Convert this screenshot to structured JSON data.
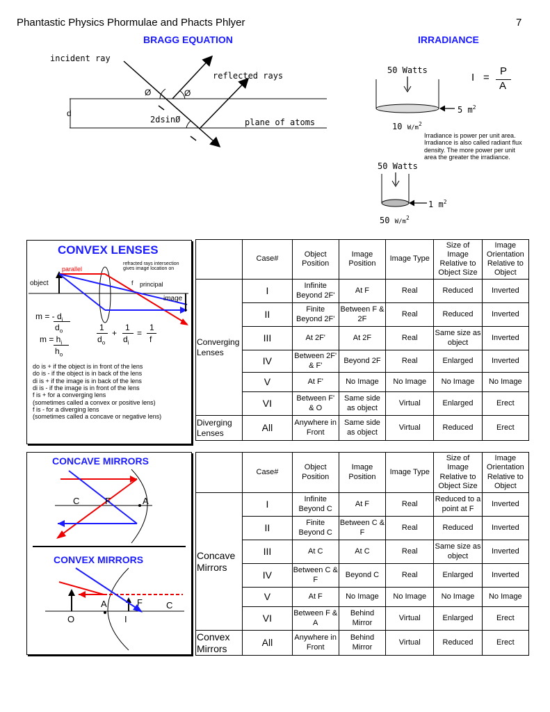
{
  "header": {
    "title": "Phantastic Physics Phormulae and Phacts Phlyer",
    "page": "7"
  },
  "bragg": {
    "title": "BRAGG EQUATION",
    "incident": "incident ray",
    "reflected": "reflected rays",
    "plane": "plane of atoms",
    "theta": "Ø",
    "d": "d",
    "path": "2dsinØ"
  },
  "irradiance": {
    "title": "IRRADIANCE",
    "formula_I": "I",
    "formula_eq": "=",
    "formula_P": "P",
    "formula_A": "A",
    "watts_top": "50 Watts",
    "area_top": "5 m",
    "area_top_sup": "2",
    "result_top": "10",
    "result_top_unit": "W/m",
    "result_top_sup": "2",
    "description": "Irradiance is power per unit area. Irradiance is also called radiant flux density. The more power per unit area the greater the irradiance.",
    "watts_bottom": "50 Watts",
    "area_bottom": "1 m",
    "area_bottom_sup": "2",
    "result_bottom": "50",
    "result_bottom_unit": "W/m",
    "result_bottom_sup": "2"
  },
  "convex_lenses": {
    "title": "CONVEX  LENSES",
    "parallel": "parallel",
    "refracted_note": "refracted rays intersection gives image location on",
    "object": "object",
    "f": "f",
    "principal": "principal",
    "image": "image",
    "m1": "m  = - d",
    "m1_sub": "i",
    "m1_den": "d",
    "m1_den_sub": "o",
    "m2": "m = h",
    "m2_sub": "i",
    "m2_den": "h",
    "m2_den_sub": "o",
    "lens_eq_1": "1",
    "lens_eq_do": "d",
    "lens_eq_do_sub": "o",
    "lens_eq_plus": "+",
    "lens_eq_di": "d",
    "lens_eq_di_sub": "i",
    "lens_eq_eq": "=",
    "lens_eq_f": "f",
    "notes": [
      "do is + if the object is in front of the lens",
      "do is - if the object is in back of the lens",
      "di is + if the image is in back of the lens",
      "di is - if the image is in front of the lens",
      "f is + for a converging lens",
      "(sometimes called a convex or positive lens)",
      "f is - for a diverging lens",
      "(sometimes called a concave or negative lens)"
    ]
  },
  "lens_table": {
    "headers": [
      "",
      "Case#",
      "Object Position",
      "Image Position",
      "Image Type",
      "Size of Image Relative to Object Size",
      "Image Orientation Relative to Object"
    ],
    "group1": "Converging Lenses",
    "rows": [
      [
        "I",
        "Infinite Beyond 2F'",
        "At F",
        "Real",
        "Reduced",
        "Inverted"
      ],
      [
        "II",
        "Finite Beyond 2F'",
        "Between F & 2F",
        "Real",
        "Reduced",
        "Inverted"
      ],
      [
        "III",
        "At 2F'",
        "At 2F",
        "Real",
        "Same size as object",
        "Inverted"
      ],
      [
        "IV",
        "Between 2F' & F'",
        "Beyond 2F",
        "Real",
        "Enlarged",
        "Inverted"
      ],
      [
        "V",
        "At F'",
        "No Image",
        "No Image",
        "No Image",
        "No Image"
      ],
      [
        "VI",
        "Between F' & O",
        "Same side as object",
        "Virtual",
        "Enlarged",
        "Erect"
      ]
    ],
    "group2": "Diverging Lenses",
    "row_div": [
      "All",
      "Anywhere in Front",
      "Same side as object",
      "Virtual",
      "Reduced",
      "Erect"
    ]
  },
  "mirrors": {
    "concave_title": "CONCAVE  MIRRORS",
    "convex_title": "CONVEX  MIRRORS",
    "C": "C",
    "F": "F",
    "A": "A",
    "O": "O",
    "I": "I",
    "F2": "F",
    "C2": "C",
    "A2": "A"
  },
  "mirror_table": {
    "headers": [
      "",
      "Case#",
      "Object Position",
      "Image Position",
      "Image Type",
      "Size of Image Relative to Object Size",
      "Image Orientation Relative to Object"
    ],
    "group1": "Concave Mirrors",
    "rows": [
      [
        "I",
        "Infinite Beyond C",
        "At F",
        "Real",
        "Reduced to a point at F",
        "Inverted"
      ],
      [
        "II",
        "Finite Beyond C",
        "Between C & F",
        "Real",
        "Reduced",
        "Inverted"
      ],
      [
        "III",
        "At C",
        "At C",
        "Real",
        "Same size as object",
        "Inverted"
      ],
      [
        "IV",
        "Between C & F",
        "Beyond C",
        "Real",
        "Enlarged",
        "Inverted"
      ],
      [
        "V",
        "At F",
        "No Image",
        "No Image",
        "No Image",
        "No Image"
      ],
      [
        "VI",
        "Between F & A",
        "Behind Mirror",
        "Virtual",
        "Enlarged",
        "Erect"
      ]
    ],
    "group2": "Convex Mirrors",
    "row_cvx": [
      "All",
      "Anywhere in Front",
      "Behind Mirror",
      "Virtual",
      "Reduced",
      "Erect"
    ]
  }
}
